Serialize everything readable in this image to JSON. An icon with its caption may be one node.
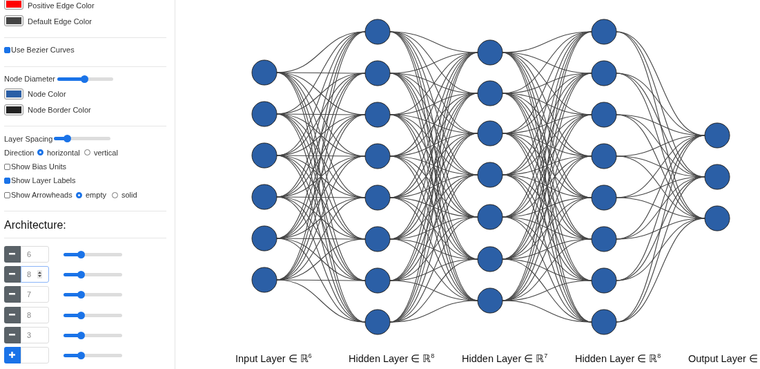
{
  "diagram": {
    "nodes": [
      {
        "text": [],
        "shape": "circle"
      },
      {
        "text": [],
        "shape": "circle"
      },
      {
        "text": [],
        "shape": "circle"
      },
      {
        "text": [],
        "shape": "circle"
      },
      {
        "text": [],
        "shape": "circle"
      },
      {
        "text": [],
        "shape": "circle"
      },
      {
        "text": [],
        "shape": "circle"
      },
      {
        "text": [],
        "shape": "circle"
      },
      {
        "text": [],
        "shape": "circle"
      },
      {
        "text": [],
        "shape": "circle"
      },
      {
        "text": [],
        "shape": "circle"
      },
      {
        "text": [],
        "shape": "circle"
      },
      {
        "text": [],
        "shape": "circle"
      },
      {
        "text": [],
        "shape": "circle"
      },
      {
        "text": [],
        "shape": "circle"
      },
      {
        "text": [],
        "shape": "circle"
      },
      {
        "text": [],
        "shape": "circle"
      },
      {
        "text": [],
        "shape": "circle"
      },
      {
        "text": [],
        "shape": "circle"
      },
      {
        "text": [],
        "shape": "circle"
      },
      {
        "text": [],
        "shape": "circle"
      },
      {
        "text": [],
        "shape": "circle"
      },
      {
        "text": [],
        "shape": "circle"
      },
      {
        "text": [],
        "shape": "circle"
      },
      {
        "text": [],
        "shape": "circle"
      },
      {
        "text": [],
        "shape": "circle"
      },
      {
        "text": [],
        "shape": "circle"
      },
      {
        "text": [],
        "shape": "circle"
      },
      {
        "text": [],
        "shape": "circle"
      },
      {
        "text": [],
        "shape": "circle"
      },
      {
        "text": [],
        "shape": "circle"
      },
      {
        "text": [],
        "shape": "circle"
      }
    ],
    "edges": [
      {
        "from": 0,
        "to": 6,
        "arrow": "none"
      },
      {
        "from": 0,
        "to": 7,
        "arrow": "none"
      },
      {
        "from": 0,
        "to": 8,
        "arrow": "none"
      },
      {
        "from": 0,
        "to": 9,
        "arrow": "none"
      },
      {
        "from": 0,
        "to": 10,
        "arrow": "none"
      },
      {
        "from": 0,
        "to": 11,
        "arrow": "none"
      },
      {
        "from": 0,
        "to": 12,
        "arrow": "none"
      },
      {
        "from": 0,
        "to": 13,
        "arrow": "none"
      },
      {
        "from": 1,
        "to": 6,
        "arrow": "none"
      },
      {
        "from": 1,
        "to": 7,
        "arrow": "none"
      },
      {
        "from": 1,
        "to": 8,
        "arrow": "none"
      },
      {
        "from": 1,
        "to": 9,
        "arrow": "none"
      },
      {
        "from": 1,
        "to": 10,
        "arrow": "none"
      },
      {
        "from": 1,
        "to": 11,
        "arrow": "none"
      },
      {
        "from": 1,
        "to": 12,
        "arrow": "none"
      },
      {
        "from": 1,
        "to": 13,
        "arrow": "none"
      },
      {
        "from": 2,
        "to": 6,
        "arrow": "none"
      },
      {
        "from": 2,
        "to": 7,
        "arrow": "none"
      },
      {
        "from": 2,
        "to": 8,
        "arrow": "none"
      },
      {
        "from": 2,
        "to": 9,
        "arrow": "none"
      },
      {
        "from": 2,
        "to": 10,
        "arrow": "none"
      },
      {
        "from": 2,
        "to": 11,
        "arrow": "none"
      },
      {
        "from": 2,
        "to": 12,
        "arrow": "none"
      },
      {
        "from": 2,
        "to": 13,
        "arrow": "none"
      },
      {
        "from": 3,
        "to": 6,
        "arrow": "none"
      },
      {
        "from": 3,
        "to": 7,
        "arrow": "none"
      },
      {
        "from": 3,
        "to": 8,
        "arrow": "none"
      },
      {
        "from": 3,
        "to": 9,
        "arrow": "none"
      },
      {
        "from": 3,
        "to": 10,
        "arrow": "none"
      },
      {
        "from": 3,
        "to": 11,
        "arrow": "none"
      },
      {
        "from": 3,
        "to": 12,
        "arrow": "none"
      },
      {
        "from": 3,
        "to": 13,
        "arrow": "none"
      },
      {
        "from": 4,
        "to": 6,
        "arrow": "none"
      },
      {
        "from": 4,
        "to": 7,
        "arrow": "none"
      },
      {
        "from": 4,
        "to": 8,
        "arrow": "none"
      },
      {
        "from": 4,
        "to": 9,
        "arrow": "none"
      },
      {
        "from": 4,
        "to": 10,
        "arrow": "none"
      },
      {
        "from": 4,
        "to": 11,
        "arrow": "none"
      },
      {
        "from": 4,
        "to": 12,
        "arrow": "none"
      },
      {
        "from": 4,
        "to": 13,
        "arrow": "none"
      },
      {
        "from": 5,
        "to": 6,
        "arrow": "none"
      },
      {
        "from": 5,
        "to": 7,
        "arrow": "none"
      },
      {
        "from": 5,
        "to": 8,
        "arrow": "none"
      },
      {
        "from": 5,
        "to": 9,
        "arrow": "none"
      },
      {
        "from": 5,
        "to": 10,
        "arrow": "none"
      },
      {
        "from": 5,
        "to": 11,
        "arrow": "none"
      },
      {
        "from": 5,
        "to": 12,
        "arrow": "none"
      },
      {
        "from": 5,
        "to": 13,
        "arrow": "none"
      },
      {
        "from": 6,
        "to": 14,
        "arrow": "none"
      },
      {
        "from": 6,
        "to": 15,
        "arrow": "none"
      },
      {
        "from": 6,
        "to": 16,
        "arrow": "none"
      },
      {
        "from": 6,
        "to": 17,
        "arrow": "none"
      },
      {
        "from": 6,
        "to": 18,
        "arrow": "none"
      },
      {
        "from": 6,
        "to": 19,
        "arrow": "none"
      },
      {
        "from": 6,
        "to": 20,
        "arrow": "none"
      },
      {
        "from": 7,
        "to": 14,
        "arrow": "none"
      },
      {
        "from": 7,
        "to": 15,
        "arrow": "none"
      },
      {
        "from": 7,
        "to": 16,
        "arrow": "none"
      },
      {
        "from": 7,
        "to": 17,
        "arrow": "none"
      },
      {
        "from": 7,
        "to": 18,
        "arrow": "none"
      },
      {
        "from": 7,
        "to": 19,
        "arrow": "none"
      },
      {
        "from": 7,
        "to": 20,
        "arrow": "none"
      },
      {
        "from": 8,
        "to": 14,
        "arrow": "none"
      },
      {
        "from": 8,
        "to": 15,
        "arrow": "none"
      },
      {
        "from": 8,
        "to": 16,
        "arrow": "none"
      },
      {
        "from": 8,
        "to": 17,
        "arrow": "none"
      },
      {
        "from": 8,
        "to": 18,
        "arrow": "none"
      },
      {
        "from": 8,
        "to": 19,
        "arrow": "none"
      },
      {
        "from": 8,
        "to": 20,
        "arrow": "none"
      },
      {
        "from": 9,
        "to": 14,
        "arrow": "none"
      },
      {
        "from": 9,
        "to": 15,
        "arrow": "none"
      },
      {
        "from": 9,
        "to": 16,
        "arrow": "none"
      },
      {
        "from": 9,
        "to": 17,
        "arrow": "none"
      },
      {
        "from": 9,
        "to": 18,
        "arrow": "none"
      },
      {
        "from": 9,
        "to": 19,
        "arrow": "none"
      },
      {
        "from": 9,
        "to": 20,
        "arrow": "none"
      },
      {
        "from": 10,
        "to": 14,
        "arrow": "none"
      },
      {
        "from": 10,
        "to": 15,
        "arrow": "none"
      },
      {
        "from": 10,
        "to": 16,
        "arrow": "none"
      },
      {
        "from": 10,
        "to": 17,
        "arrow": "none"
      },
      {
        "from": 10,
        "to": 18,
        "arrow": "none"
      },
      {
        "from": 10,
        "to": 19,
        "arrow": "none"
      },
      {
        "from": 10,
        "to": 20,
        "arrow": "none"
      },
      {
        "from": 11,
        "to": 14,
        "arrow": "none"
      },
      {
        "from": 11,
        "to": 15,
        "arrow": "none"
      },
      {
        "from": 11,
        "to": 16,
        "arrow": "none"
      },
      {
        "from": 11,
        "to": 17,
        "arrow": "none"
      },
      {
        "from": 11,
        "to": 18,
        "arrow": "none"
      },
      {
        "from": 11,
        "to": 19,
        "arrow": "none"
      },
      {
        "from": 11,
        "to": 20,
        "arrow": "none"
      },
      {
        "from": 12,
        "to": 14,
        "arrow": "none"
      },
      {
        "from": 12,
        "to": 15,
        "arrow": "none"
      },
      {
        "from": 12,
        "to": 16,
        "arrow": "none"
      },
      {
        "from": 12,
        "to": 17,
        "arrow": "none"
      },
      {
        "from": 12,
        "to": 18,
        "arrow": "none"
      },
      {
        "from": 12,
        "to": 19,
        "arrow": "none"
      },
      {
        "from": 12,
        "to": 20,
        "arrow": "none"
      },
      {
        "from": 13,
        "to": 14,
        "arrow": "none"
      },
      {
        "from": 13,
        "to": 15,
        "arrow": "none"
      },
      {
        "from": 13,
        "to": 16,
        "arrow": "none"
      },
      {
        "from": 13,
        "to": 17,
        "arrow": "none"
      },
      {
        "from": 13,
        "to": 18,
        "arrow": "none"
      },
      {
        "from": 13,
        "to": 19,
        "arrow": "none"
      },
      {
        "from": 13,
        "to": 20,
        "arrow": "none"
      },
      {
        "from": 14,
        "to": 21,
        "arrow": "none"
      },
      {
        "from": 14,
        "to": 22,
        "arrow": "none"
      },
      {
        "from": 14,
        "to": 23,
        "arrow": "none"
      },
      {
        "from": 14,
        "to": 24,
        "arrow": "none"
      },
      {
        "from": 14,
        "to": 25,
        "arrow": "none"
      },
      {
        "from": 14,
        "to": 26,
        "arrow": "none"
      },
      {
        "from": 14,
        "to": 27,
        "arrow": "none"
      },
      {
        "from": 14,
        "to": 28,
        "arrow": "none"
      },
      {
        "from": 15,
        "to": 21,
        "arrow": "none"
      },
      {
        "from": 15,
        "to": 22,
        "arrow": "none"
      },
      {
        "from": 15,
        "to": 23,
        "arrow": "none"
      },
      {
        "from": 15,
        "to": 24,
        "arrow": "none"
      },
      {
        "from": 15,
        "to": 25,
        "arrow": "none"
      },
      {
        "from": 15,
        "to": 26,
        "arrow": "none"
      },
      {
        "from": 15,
        "to": 27,
        "arrow": "none"
      },
      {
        "from": 15,
        "to": 28,
        "arrow": "none"
      },
      {
        "from": 16,
        "to": 21,
        "arrow": "none"
      },
      {
        "from": 16,
        "to": 22,
        "arrow": "none"
      },
      {
        "from": 16,
        "to": 23,
        "arrow": "none"
      },
      {
        "from": 16,
        "to": 24,
        "arrow": "none"
      },
      {
        "from": 16,
        "to": 25,
        "arrow": "none"
      },
      {
        "from": 16,
        "to": 26,
        "arrow": "none"
      },
      {
        "from": 16,
        "to": 27,
        "arrow": "none"
      },
      {
        "from": 16,
        "to": 28,
        "arrow": "none"
      },
      {
        "from": 17,
        "to": 21,
        "arrow": "none"
      },
      {
        "from": 17,
        "to": 22,
        "arrow": "none"
      },
      {
        "from": 17,
        "to": 23,
        "arrow": "none"
      },
      {
        "from": 17,
        "to": 24,
        "arrow": "none"
      },
      {
        "from": 17,
        "to": 25,
        "arrow": "none"
      },
      {
        "from": 17,
        "to": 26,
        "arrow": "none"
      },
      {
        "from": 17,
        "to": 27,
        "arrow": "none"
      },
      {
        "from": 17,
        "to": 28,
        "arrow": "none"
      },
      {
        "from": 18,
        "to": 21,
        "arrow": "none"
      },
      {
        "from": 18,
        "to": 22,
        "arrow": "none"
      },
      {
        "from": 18,
        "to": 23,
        "arrow": "none"
      },
      {
        "from": 18,
        "to": 24,
        "arrow": "none"
      },
      {
        "from": 18,
        "to": 25,
        "arrow": "none"
      },
      {
        "from": 18,
        "to": 26,
        "arrow": "none"
      },
      {
        "from": 18,
        "to": 27,
        "arrow": "none"
      },
      {
        "from": 18,
        "to": 28,
        "arrow": "none"
      },
      {
        "from": 19,
        "to": 21,
        "arrow": "none"
      },
      {
        "from": 19,
        "to": 22,
        "arrow": "none"
      },
      {
        "from": 19,
        "to": 23,
        "arrow": "none"
      },
      {
        "from": 19,
        "to": 24,
        "arrow": "none"
      },
      {
        "from": 19,
        "to": 25,
        "arrow": "none"
      },
      {
        "from": 19,
        "to": 26,
        "arrow": "none"
      },
      {
        "from": 19,
        "to": 27,
        "arrow": "none"
      },
      {
        "from": 19,
        "to": 28,
        "arrow": "none"
      },
      {
        "from": 20,
        "to": 21,
        "arrow": "none"
      },
      {
        "from": 20,
        "to": 22,
        "arrow": "none"
      },
      {
        "from": 20,
        "to": 23,
        "arrow": "none"
      },
      {
        "from": 20,
        "to": 24,
        "arrow": "none"
      },
      {
        "from": 20,
        "to": 25,
        "arrow": "none"
      },
      {
        "from": 20,
        "to": 26,
        "arrow": "none"
      },
      {
        "from": 20,
        "to": 27,
        "arrow": "none"
      },
      {
        "from": 20,
        "to": 28,
        "arrow": "none"
      },
      {
        "from": 21,
        "to": 29,
        "arrow": "none"
      },
      {
        "from": 21,
        "to": 30,
        "arrow": "none"
      },
      {
        "from": 21,
        "to": 31,
        "arrow": "none"
      },
      {
        "from": 22,
        "to": 29,
        "arrow": "none"
      },
      {
        "from": 22,
        "to": 30,
        "arrow": "none"
      },
      {
        "from": 22,
        "to": 31,
        "arrow": "none"
      },
      {
        "from": 23,
        "to": 29,
        "arrow": "none"
      },
      {
        "from": 23,
        "to": 30,
        "arrow": "none"
      },
      {
        "from": 23,
        "to": 31,
        "arrow": "none"
      },
      {
        "from": 24,
        "to": 29,
        "arrow": "none"
      },
      {
        "from": 24,
        "to": 30,
        "arrow": "none"
      },
      {
        "from": 24,
        "to": 31,
        "arrow": "none"
      },
      {
        "from": 25,
        "to": 29,
        "arrow": "none"
      },
      {
        "from": 25,
        "to": 30,
        "arrow": "none"
      },
      {
        "from": 25,
        "to": 31,
        "arrow": "none"
      },
      {
        "from": 26,
        "to": 29,
        "arrow": "none"
      },
      {
        "from": 26,
        "to": 30,
        "arrow": "none"
      },
      {
        "from": 26,
        "to": 31,
        "arrow": "none"
      },
      {
        "from": 27,
        "to": 29,
        "arrow": "none"
      },
      {
        "from": 27,
        "to": 30,
        "arrow": "none"
      },
      {
        "from": 27,
        "to": 31,
        "arrow": "none"
      },
      {
        "from": 28,
        "to": 29,
        "arrow": "none"
      },
      {
        "from": 28,
        "to": 30,
        "arrow": "none"
      },
      {
        "from": 28,
        "to": 31,
        "arrow": "none"
      }
    ],
    "labels": [
      "Positive Edge Color",
      "Default Edge Color",
      "Use Bezier Curves",
      "Node Diameter",
      "Node Color",
      "Node Border Color",
      "Layer Spacing",
      "Direction",
      "horizontal",
      "vertical",
      "Show Bias Units",
      "Show Layer Labels",
      "Show Arrowheads",
      "empty",
      "solid",
      "Architecture:",
      "6",
      "8",
      "7",
      "8",
      "3",
      "Input Layer ∈ ℝ$^{6}$",
      "Hidden Layer ∈ ℝ$^{8}$",
      "Hidden Layer ∈ ℝ$^{7}$",
      "Hidden Layer ∈ ℝ$^{8}$",
      "Output Layer ∈"
    ]
  }
}
